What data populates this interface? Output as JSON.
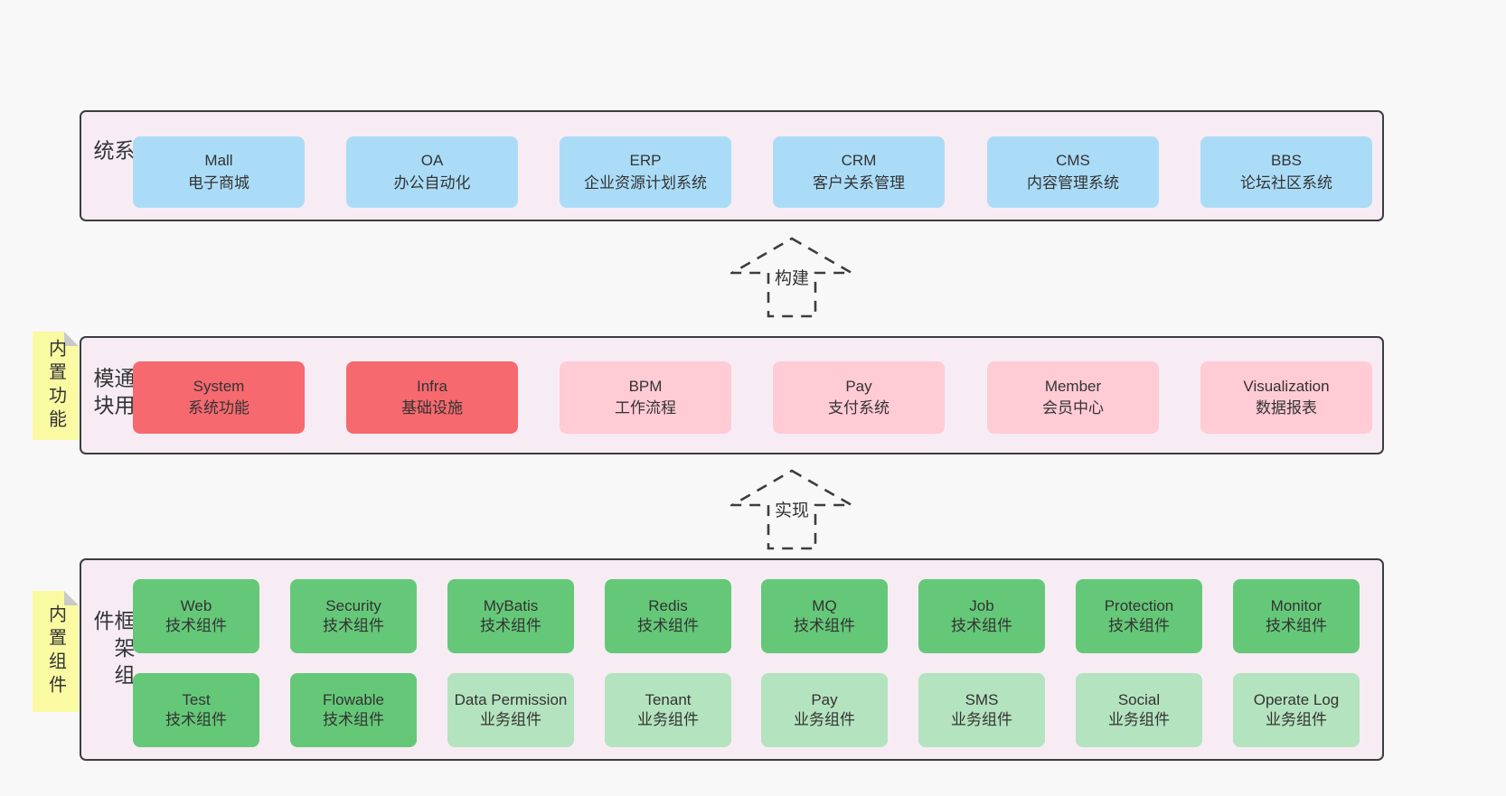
{
  "colors": {
    "page_bg": "#f8f8f8",
    "panel_bg": "#f7ecf4",
    "panel_border": "#3d3d3d",
    "blue_box": "#abdcf7",
    "red_box": "#f5696f",
    "pink_box": "#ffcbd4",
    "green_box": "#65c878",
    "light_green_box": "#b4e3bf",
    "sticky_note": "#fafaa3",
    "text": "#333333"
  },
  "sections": [
    {
      "id": "business-systems",
      "side_label": "业务系统",
      "items": [
        {
          "en": "Mall",
          "zh": "电子商城",
          "color": "blue"
        },
        {
          "en": "OA",
          "zh": "办公自动化",
          "color": "blue"
        },
        {
          "en": "ERP",
          "zh": "企业资源计划系统",
          "color": "blue"
        },
        {
          "en": "CRM",
          "zh": "客户关系管理",
          "color": "blue"
        },
        {
          "en": "CMS",
          "zh": "内容管理系统",
          "color": "blue"
        },
        {
          "en": "BBS",
          "zh": "论坛社区系统",
          "color": "blue"
        }
      ]
    },
    {
      "id": "common-modules",
      "side_label": "通用模块",
      "sticky_note": "内置功能",
      "items": [
        {
          "en": "System",
          "zh": "系统功能",
          "color": "red"
        },
        {
          "en": "Infra",
          "zh": "基础设施",
          "color": "red"
        },
        {
          "en": "BPM",
          "zh": "工作流程",
          "color": "pink"
        },
        {
          "en": "Pay",
          "zh": "支付系统",
          "color": "pink"
        },
        {
          "en": "Member",
          "zh": "会员中心",
          "color": "pink"
        },
        {
          "en": "Visualization",
          "zh": "数据报表",
          "color": "pink"
        }
      ]
    },
    {
      "id": "framework-components",
      "side_label": "框架组件",
      "sticky_note": "内置组件",
      "rows": [
        [
          {
            "en": "Web",
            "zh": "技术组件",
            "color": "green"
          },
          {
            "en": "Security",
            "zh": "技术组件",
            "color": "green"
          },
          {
            "en": "MyBatis",
            "zh": "技术组件",
            "color": "green"
          },
          {
            "en": "Redis",
            "zh": "技术组件",
            "color": "green"
          },
          {
            "en": "MQ",
            "zh": "技术组件",
            "color": "green"
          },
          {
            "en": "Job",
            "zh": "技术组件",
            "color": "green"
          },
          {
            "en": "Protection",
            "zh": "技术组件",
            "color": "green"
          },
          {
            "en": "Monitor",
            "zh": "技术组件",
            "color": "green"
          }
        ],
        [
          {
            "en": "Test",
            "zh": "技术组件",
            "color": "green"
          },
          {
            "en": "Flowable",
            "zh": "技术组件",
            "color": "green"
          },
          {
            "en": "Data Permission",
            "zh": "业务组件",
            "color": "light-green"
          },
          {
            "en": "Tenant",
            "zh": "业务组件",
            "color": "light-green"
          },
          {
            "en": "Pay",
            "zh": "业务组件",
            "color": "light-green"
          },
          {
            "en": "SMS",
            "zh": "业务组件",
            "color": "light-green"
          },
          {
            "en": "Social",
            "zh": "业务组件",
            "color": "light-green"
          },
          {
            "en": "Operate Log",
            "zh": "业务组件",
            "color": "light-green"
          }
        ]
      ]
    }
  ],
  "arrows": [
    {
      "id": "build",
      "label": "构建"
    },
    {
      "id": "implement",
      "label": "实现"
    }
  ]
}
